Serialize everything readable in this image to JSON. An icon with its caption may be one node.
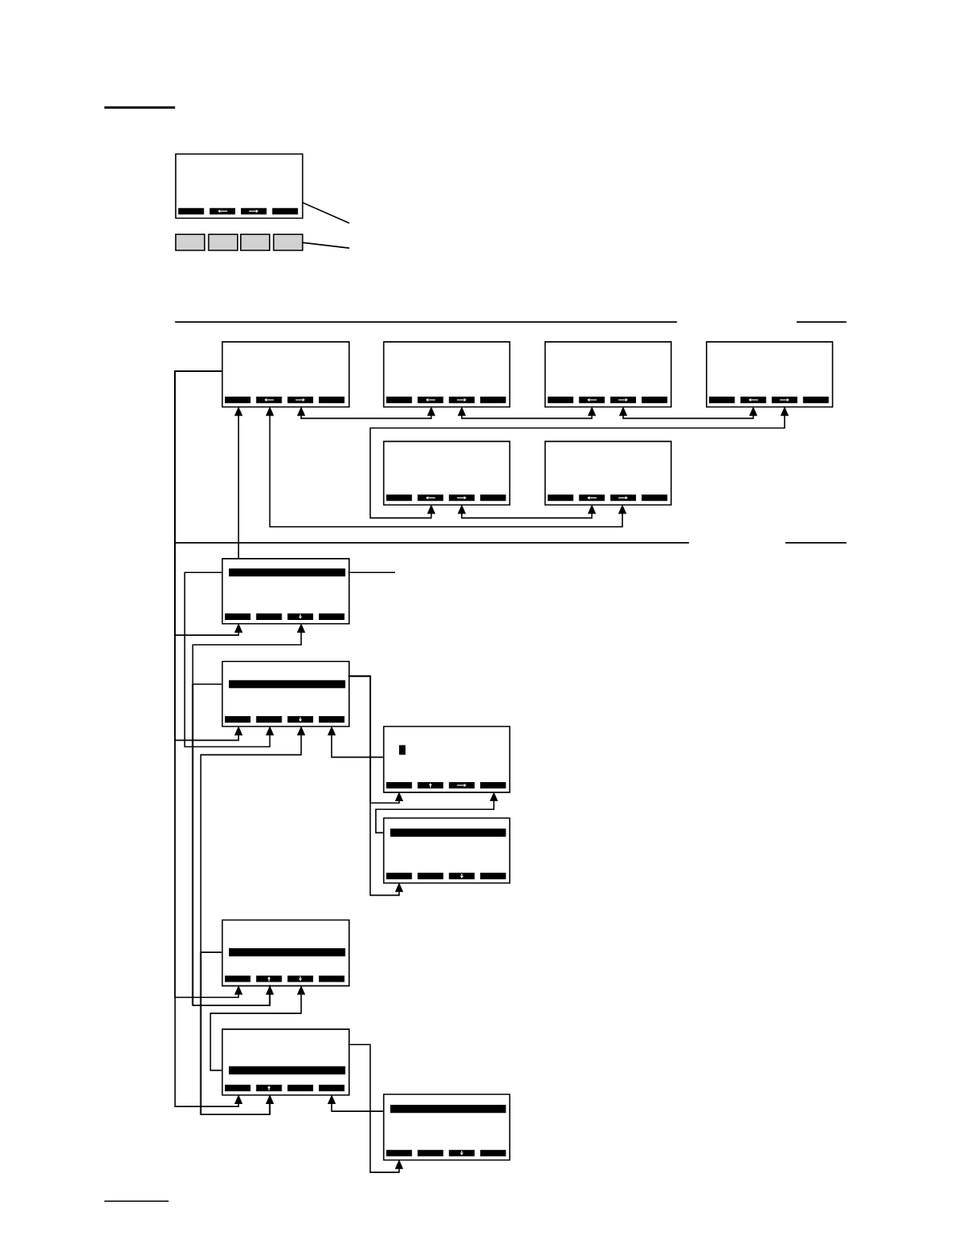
{
  "diagram": {
    "nodes": [
      {
        "text": [],
        "shape": "box"
      },
      {
        "text": [],
        "shape": "box"
      },
      {
        "text": [],
        "shape": "box"
      },
      {
        "text": [],
        "shape": "box"
      },
      {
        "text": [],
        "shape": "box"
      },
      {
        "text": [],
        "shape": "box"
      },
      {
        "text": [],
        "shape": "box"
      },
      {
        "text": [],
        "shape": "box"
      },
      {
        "text": [],
        "shape": "box"
      },
      {
        "text": [],
        "shape": "box"
      },
      {
        "text": [],
        "shape": "box"
      },
      {
        "text": [],
        "shape": "box"
      },
      {
        "text": [],
        "shape": "box"
      },
      {
        "text": [],
        "shape": "box"
      },
      {
        "text": [],
        "shape": "box"
      },
      {
        "text": [],
        "shape": "box"
      },
      {
        "text": [],
        "shape": "box"
      },
      {
        "text": [],
        "shape": "box"
      }
    ],
    "edges": [
      {
        "from": null,
        "to": 0,
        "arrow": "none"
      },
      {
        "from": null,
        "to": 4,
        "arrow": "none"
      },
      {
        "from": 5,
        "to": 6,
        "arrow": "both"
      },
      {
        "from": 6,
        "to": 7,
        "arrow": "both"
      },
      {
        "from": 7,
        "to": 8,
        "arrow": "both"
      },
      {
        "from": 8,
        "to": 9,
        "arrow": "both"
      },
      {
        "from": 9,
        "to": 10,
        "arrow": "both"
      },
      {
        "from": 10,
        "to": 5,
        "arrow": "both"
      },
      {
        "from": 11,
        "to": 5,
        "arrow": "to"
      },
      {
        "from": 5,
        "to": 11,
        "arrow": "to"
      },
      {
        "from": 5,
        "to": 12,
        "arrow": "to"
      },
      {
        "from": 5,
        "to": 15,
        "arrow": "to"
      },
      {
        "from": 5,
        "to": 16,
        "arrow": "to"
      },
      {
        "from": 11,
        "to": 12,
        "arrow": "to"
      },
      {
        "from": 11,
        "to": 15,
        "arrow": "both"
      },
      {
        "from": 12,
        "to": 15,
        "arrow": "to"
      },
      {
        "from": 12,
        "to": 16,
        "arrow": "both"
      },
      {
        "from": 15,
        "to": 16,
        "arrow": "to"
      },
      {
        "from": 13,
        "to": 12,
        "arrow": "to"
      },
      {
        "from": 12,
        "to": 13,
        "arrow": "to"
      },
      {
        "from": 12,
        "to": 14,
        "arrow": "to"
      },
      {
        "from": 14,
        "to": 13,
        "arrow": "to"
      },
      {
        "from": 16,
        "to": 15,
        "arrow": "to"
      },
      {
        "from": 16,
        "to": 17,
        "arrow": "to"
      },
      {
        "from": 17,
        "to": 16,
        "arrow": "to"
      },
      {
        "from": null,
        "to": 11,
        "arrow": "none"
      }
    ]
  }
}
